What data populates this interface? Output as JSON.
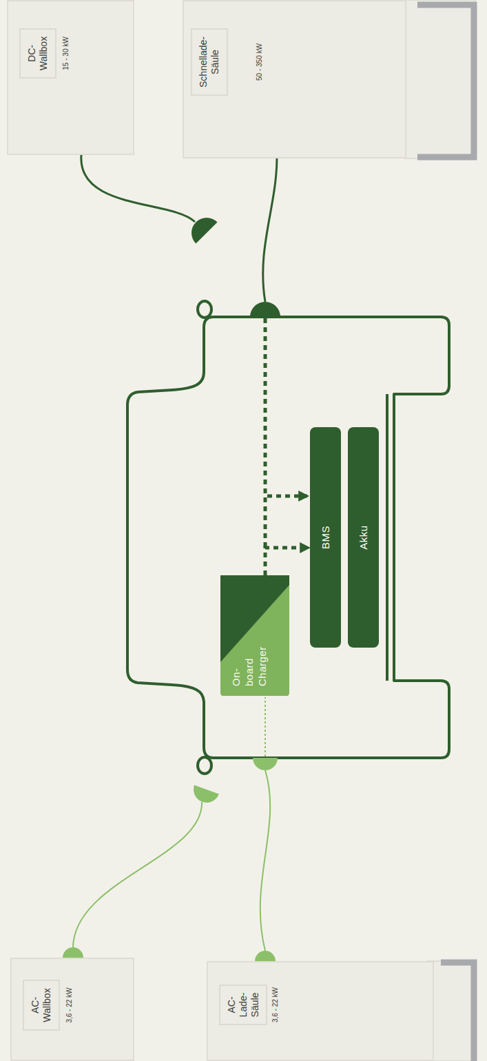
{
  "diagram": {
    "nodes": [
      {
        "text": [
          "AC- Wallbox",
          "3,6 - 22 kW"
        ]
      },
      {
        "text": [
          "AC- Lade- Säule",
          "3,6 - 22 kW"
        ]
      },
      {
        "text": [
          "On-board Charger"
        ]
      },
      {
        "text": [
          "BMS"
        ]
      },
      {
        "text": [
          "Akku"
        ]
      },
      {
        "text": [
          "DC-Wallbox",
          "15 - 30 kW"
        ]
      },
      {
        "text": [
          "Schnellade- Säule",
          "50 - 350 kW"
        ]
      }
    ],
    "edges": [
      {
        "from": 2,
        "to": 3,
        "arrow": "to"
      }
    ]
  }
}
